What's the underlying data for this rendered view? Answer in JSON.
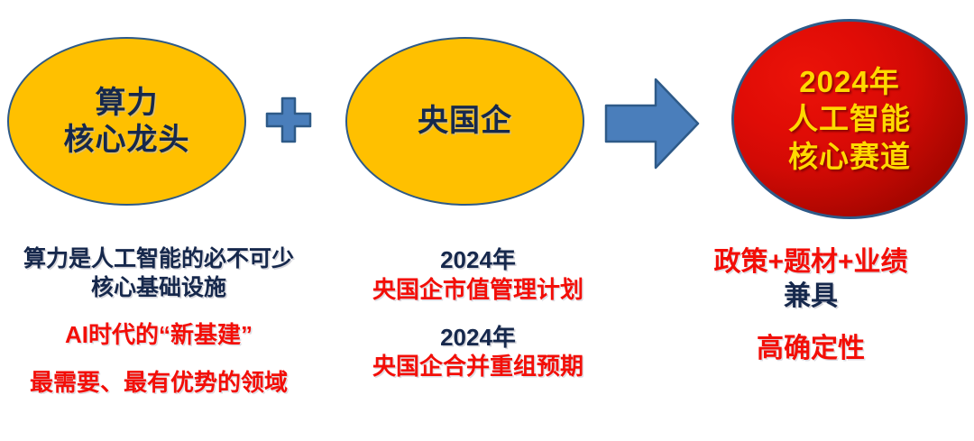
{
  "slide": {
    "background_color": "#FFFFFF",
    "theme_colors": {
      "gold_fill": "#FFC000",
      "navy_outline": "#2E5A88",
      "navy_text": "#16284C",
      "red_text": "#F30E07",
      "red_fill": "#E00C06",
      "yellow_text": "#FFD900",
      "connector_blue": "#4A7EBB"
    }
  },
  "shapes": {
    "ellipse_1": {
      "label": "算力\n核心龙头",
      "fill": "#FFC000",
      "text_color": "#16284C"
    },
    "ellipse_2": {
      "label": "央国企",
      "fill": "#FFC000",
      "text_color": "#16284C"
    },
    "circle_result": {
      "label": "2024年\n人工智能\n核心赛道",
      "fill": "#E00C06",
      "text_color": "#FFD900"
    }
  },
  "connectors": {
    "plus": {
      "icon": "plus-icon",
      "color": "#4A7EBB"
    },
    "arrow": {
      "icon": "arrow-right-icon",
      "color": "#4A7EBB"
    }
  },
  "captions": {
    "column_1": [
      {
        "text": "算力是人工智能的必不可少\n核心基础设施",
        "color": "navy",
        "size": "fs-25"
      },
      {
        "text": "AI时代的“新基建”",
        "color": "red",
        "size": "fs-26"
      },
      {
        "text": "最需要、最有优势的领域",
        "color": "red",
        "size": "fs-26"
      }
    ],
    "column_2": [
      {
        "text": "2024年",
        "color": "navy",
        "size": "fs-26"
      },
      {
        "text": "央国企市值管理计划",
        "color": "red",
        "size": "fs-26"
      },
      {
        "text": "2024年",
        "color": "navy",
        "size": "fs-26"
      },
      {
        "text": "央国企合并重组预期",
        "color": "red",
        "size": "fs-26"
      }
    ],
    "column_3": [
      {
        "text": "政策+题材+业绩",
        "color": "red",
        "size": "fs-30"
      },
      {
        "text": "兼具",
        "color": "navy",
        "size": "fs-30"
      },
      {
        "text": "高确定性",
        "color": "red",
        "size": "fs-30"
      }
    ]
  }
}
